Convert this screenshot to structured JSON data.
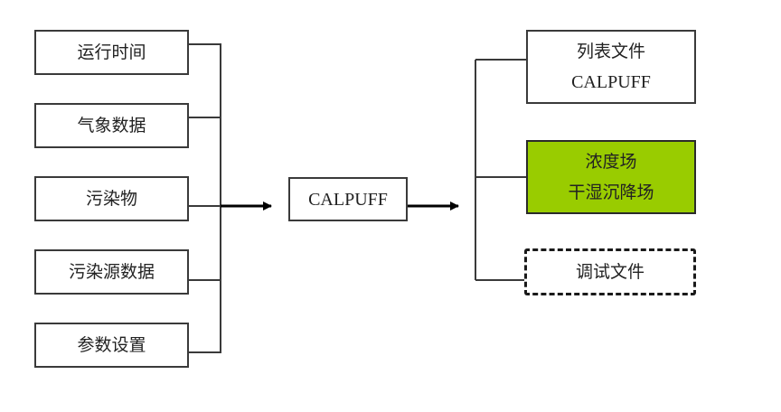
{
  "diagram": {
    "inputs": [
      {
        "label": "运行时间"
      },
      {
        "label": "气象数据"
      },
      {
        "label": "污染物"
      },
      {
        "label": "污染源数据"
      },
      {
        "label": "参数设置"
      }
    ],
    "center": {
      "label": "CALPUFF"
    },
    "outputs": [
      {
        "line1": "列表文件",
        "line2": "CALPUFF",
        "style": "plain"
      },
      {
        "line1": "浓度场",
        "line2": "干湿沉降场",
        "style": "highlighted"
      },
      {
        "line1": "调试文件",
        "style": "dashed"
      }
    ],
    "colors": {
      "highlight_fill": "#99cc00",
      "line": "#3a3a3a",
      "arrow": "#000000"
    }
  }
}
